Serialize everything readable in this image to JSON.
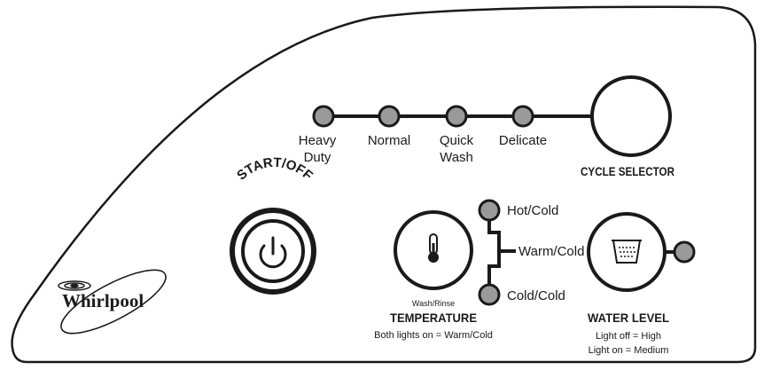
{
  "brand": {
    "name": "Whirlpool"
  },
  "cycle_selector": {
    "label": "CYCLE SELECTOR",
    "options": [
      {
        "line1": "Heavy",
        "line2": "Duty"
      },
      {
        "line1": "Normal",
        "line2": ""
      },
      {
        "line1": "Quick",
        "line2": "Wash"
      },
      {
        "line1": "Delicate",
        "line2": ""
      }
    ]
  },
  "start_off": {
    "label": "START/OFF"
  },
  "temperature": {
    "small_label": "Wash/Rinse",
    "label": "TEMPERATURE",
    "note": "Both lights on = Warm/Cold",
    "options": [
      "Hot/Cold",
      "Warm/Cold",
      "Cold/Cold"
    ]
  },
  "water_level": {
    "label": "WATER LEVEL",
    "note_line1": "Light off = High",
    "note_line2": "Light on = Medium"
  },
  "colors": {
    "indicator_fill": "#9a9a9a",
    "outline": "#1a1a1a",
    "panel": "#ffffff"
  }
}
